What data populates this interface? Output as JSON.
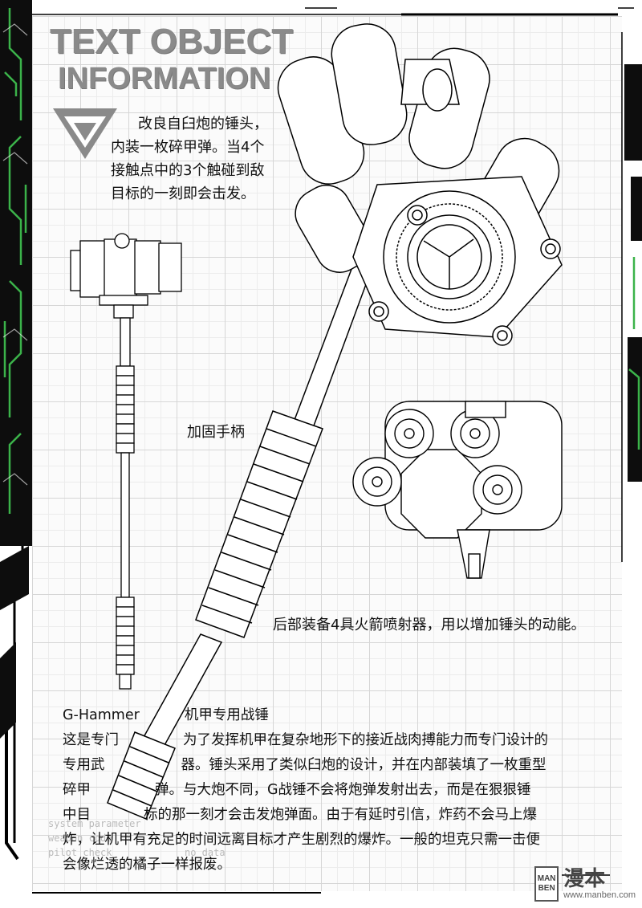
{
  "header": {
    "title_line1": "TEXT OBJECT",
    "title_line2": "INFORMATION"
  },
  "notes": {
    "warhead": [
      "改良自臼炮的锤头，",
      "内装一枚碎甲弹。当4个",
      "接触点中的3个触碰到敌",
      "目标的一刻即会击发。"
    ],
    "handle": "加固手柄",
    "rockets": "后部装备4具火箭喷射器，用以增加锤头的动能。"
  },
  "description": {
    "name": "G-Hammer",
    "subtitle": "机甲专用战锤",
    "lines": [
      [
        "这是专门",
        "为了发挥机甲在复杂地形下的接近战肉搏能力而专门设计的"
      ],
      [
        "专用武",
        "器。锤头采用了类似臼炮的设计，并在内部装填了一枚重型"
      ],
      [
        "碎甲",
        "弹。与大炮不同，G战锤不会将炮弹发射出去，而是在狠狠锤"
      ],
      [
        "中目",
        "标的那一刻才会击发炮弹面。由于有延时引信，炸药不会马上爆"
      ],
      [
        "炸，让机甲有充足的时间远离目标才产生剧烈的爆炸。一般的坦克只需一击便"
      ],
      [
        "会像烂透的橘子一样报废。"
      ]
    ]
  },
  "watermark": {
    "badge_top": "MAN",
    "badge_bottom": "BEN",
    "site_name": "漫本",
    "url": "www.manben.com"
  },
  "colors": {
    "accent_green": "#3bb34a",
    "frame_black": "#0d0d0d",
    "title_gray": "#8a8a8a",
    "grid": "#d6d6d6"
  }
}
